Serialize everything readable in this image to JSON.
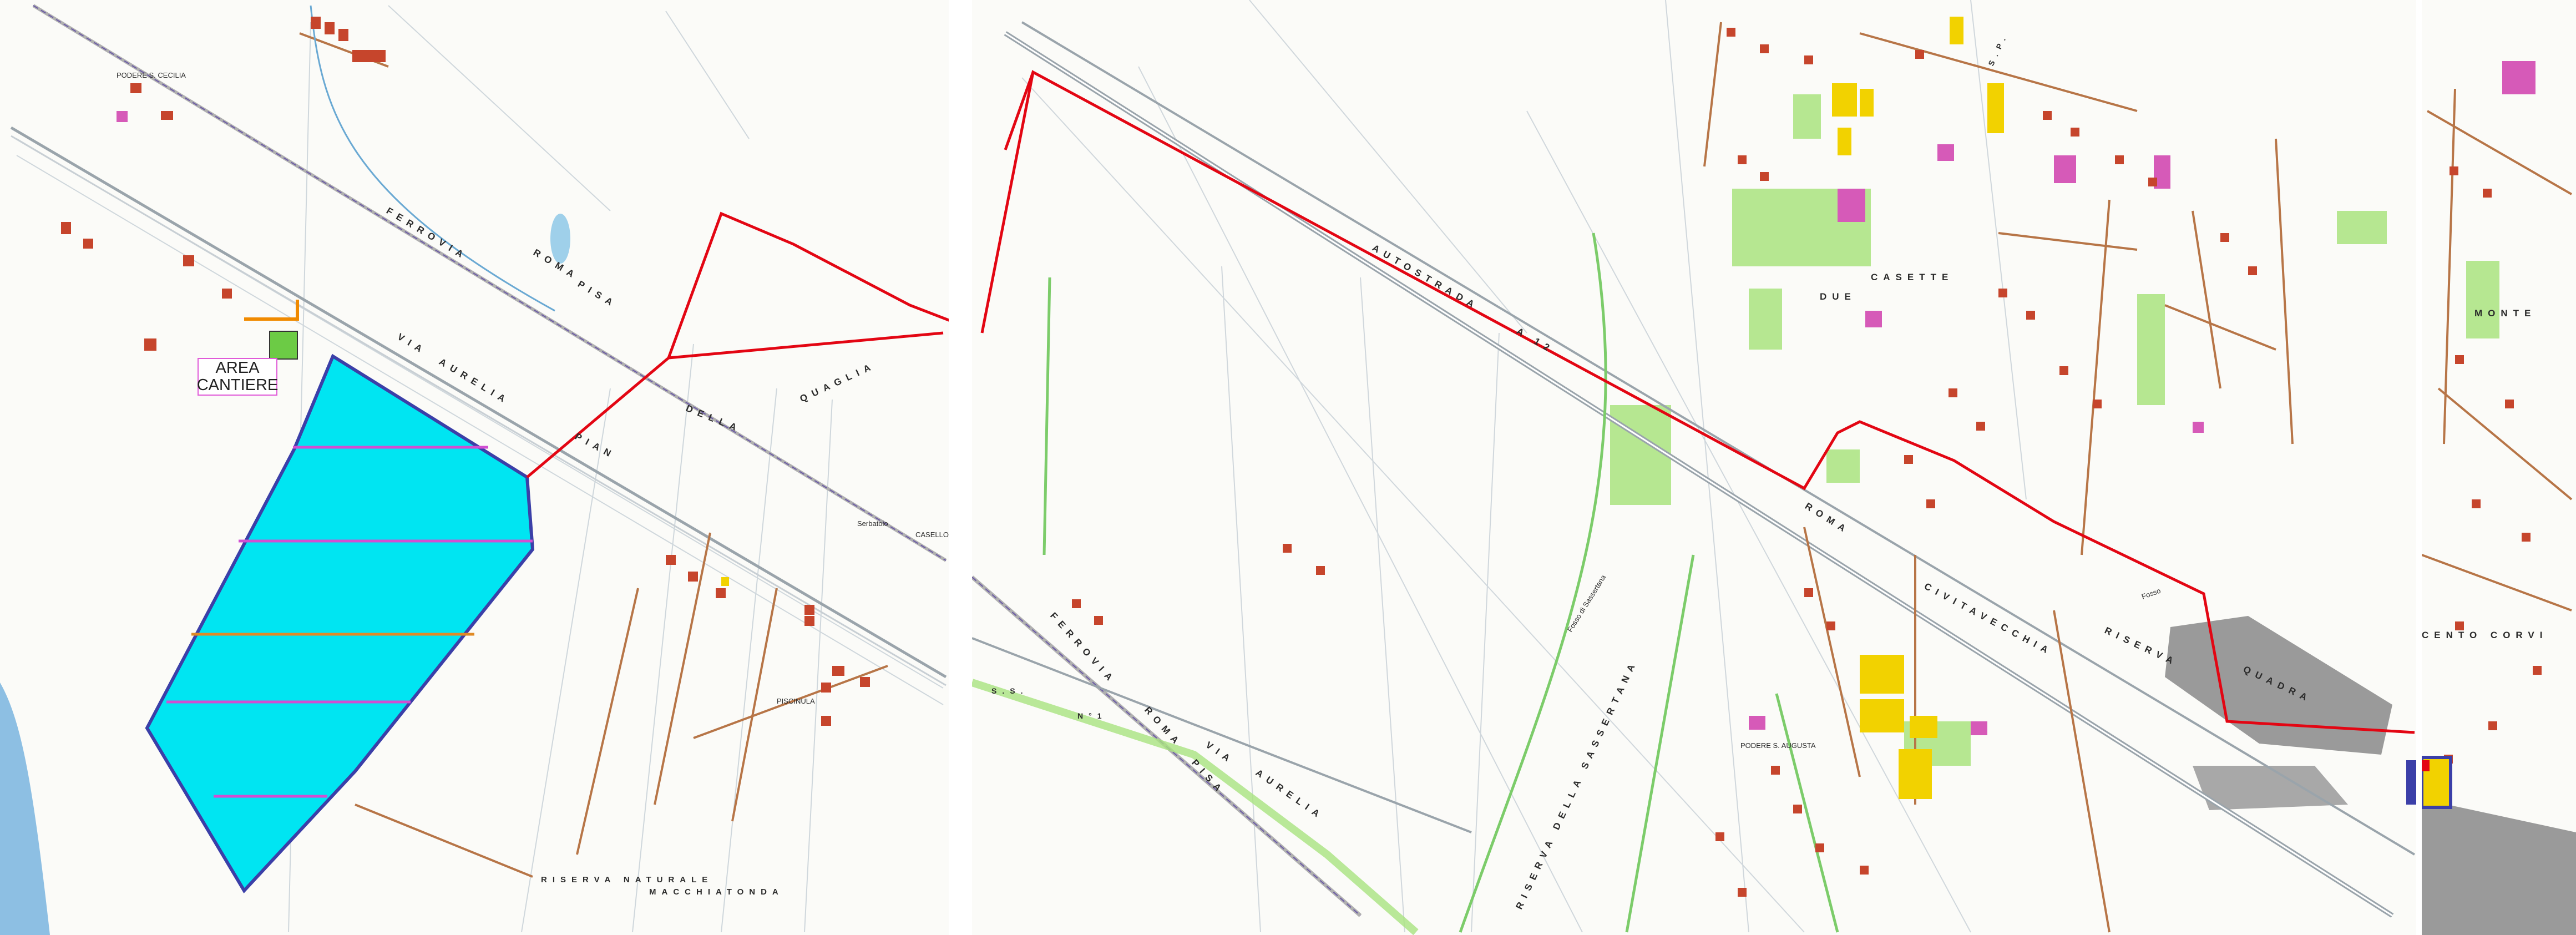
{
  "map": {
    "area_label_line1": "AREA",
    "area_label_line2": "CANTIERE",
    "colors": {
      "site_fill": "#00e5f2",
      "site_border": "#3b3fa8",
      "route_red": "#e30613",
      "road_brown": "#b77547",
      "building": "#c6452c",
      "yellow_block": "#f2d200",
      "green_area": "#a9e37f",
      "grey_area": "#9a9a9a",
      "pink_block": "#d65ab8",
      "water": "#6aa9d3"
    },
    "labels": {
      "ferrovia": "FERROVIA",
      "roma": "ROMA",
      "pisa": "PISA",
      "via": "VIA",
      "aurelia": "AURELIA",
      "pian": "PIAN",
      "della": "DELLA",
      "quaglia": "QUAGLIA",
      "serbatoio": "Serbatoio",
      "casello": "CASELLO",
      "piscinula": "PISCINULA",
      "riserva_naturale": "RISERVA NATURALE",
      "macchia_tonda": "MACCHIATONDA",
      "podere_cecilia": "PODERE S. CECILIA",
      "autostrada": "AUTOSTRADA",
      "a12": "A 12",
      "due": "DUE",
      "casette": "CASETTE",
      "roma2": "ROMA",
      "civitavecchia": "CIVITAVECCHIA",
      "riserva": "RISERVA",
      "quadra": "QUADRA",
      "ss": "S.S.",
      "n1": "N°1",
      "via2": "VIA",
      "aurelia2": "AURELIA",
      "ferrovia2": "FERROVIA",
      "roma3": "ROMA",
      "pisa2": "PISA",
      "riserva_sassertana": "RISERVA DELLA SASSERTANA",
      "podere_augusta": "PODERE S. AUGUSTA",
      "sp": "S.P.",
      "monte": "MONTE",
      "cento_corvi": "CENTO CORVI",
      "fosso_sassertana": "Fosso di Sassertana",
      "fosso": "Fosso"
    }
  }
}
